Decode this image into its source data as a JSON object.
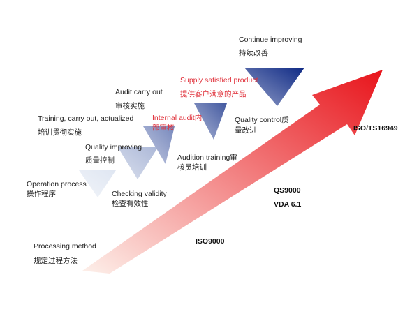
{
  "colors": {
    "arrow_start": "#fdf0ea",
    "arrow_end": "#e8141b",
    "step_light": "#dfe6f2",
    "step_dark": "#0f2a85",
    "text": "#222222",
    "highlight_text": "#e0303a"
  },
  "steps": [
    {
      "label_en": "Operation process",
      "label_zh": "操作程序",
      "highlight": false
    },
    {
      "label_en": "Checking validity",
      "label_zh": "检查有效性",
      "highlight": false
    },
    {
      "label_en": "Quality improving",
      "label_zh": "质量控制",
      "highlight": false
    },
    {
      "label_en": "Training, carry out, actualized",
      "label_zh": "培训贯彻实施",
      "highlight": false
    },
    {
      "label_en": "Audition training审",
      "label_zh": "核员培训",
      "highlight": false
    },
    {
      "label_en": "Audit carry out",
      "label_zh": "审核实施",
      "highlight": false
    },
    {
      "label_en": "Internal audit内",
      "label_zh": "部审核",
      "highlight": true
    },
    {
      "label_en": "Quality control质",
      "label_zh": "量改进",
      "highlight": false
    },
    {
      "label_en": "Supply satisfied product",
      "label_zh": "提供客户满意的产品",
      "highlight": true
    },
    {
      "label_en": "Continue improving",
      "label_zh": "持续改善",
      "highlight": false
    }
  ],
  "base_label": {
    "label_en": "Processing method",
    "label_zh": "规定过程方法"
  },
  "standards": [
    {
      "label": "ISO9000"
    },
    {
      "label": "QS9000"
    },
    {
      "label": "VDA 6.1"
    },
    {
      "label": "ISO/TS16949"
    }
  ]
}
